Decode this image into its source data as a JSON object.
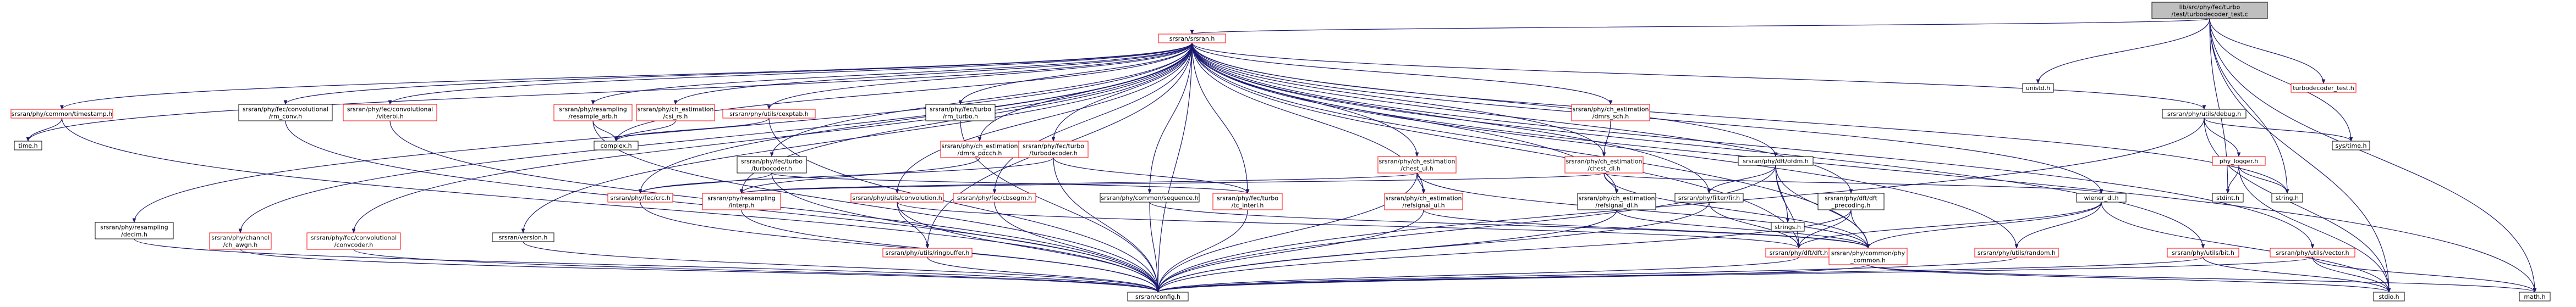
{
  "colors": {
    "edge": "#191970",
    "node_border_black": "#000000",
    "node_border_red": "#ff0000",
    "root_fill": "#bfbfbf",
    "node_fill": "#ffffff"
  },
  "nodes": [
    {
      "id": "root",
      "label": [
        "lib/src/phy/fec/turbo",
        "/test/turbodecoder_test.c"
      ],
      "border": "black",
      "root": true
    },
    {
      "id": "srsran",
      "label": [
        "srsran/srsran.h"
      ],
      "border": "red"
    },
    {
      "id": "unistd",
      "label": [
        "unistd.h"
      ],
      "border": "black"
    },
    {
      "id": "tdtest",
      "label": [
        "turbodecoder_test.h"
      ],
      "border": "red"
    },
    {
      "id": "timestamp",
      "label": [
        "srsran/phy/common/timestamp.h"
      ],
      "border": "red"
    },
    {
      "id": "time",
      "label": [
        "time.h"
      ],
      "border": "black"
    },
    {
      "id": "rmconv",
      "label": [
        "srsran/phy/fec/convolutional",
        "/rm_conv.h"
      ],
      "border": "black"
    },
    {
      "id": "viterbi",
      "label": [
        "srsran/phy/fec/convolutional",
        "/viterbi.h"
      ],
      "border": "red"
    },
    {
      "id": "resample",
      "label": [
        "srsran/phy/resampling",
        "/resample_arb.h"
      ],
      "border": "red"
    },
    {
      "id": "lsrs",
      "label": [
        "srsran/phy/ch_estimation",
        "/csi_rs.h"
      ],
      "border": "red"
    },
    {
      "id": "cexptab",
      "label": [
        "srsran/phy/utils/cexptab.h"
      ],
      "border": "red"
    },
    {
      "id": "complex",
      "label": [
        "complex.h"
      ],
      "border": "black"
    },
    {
      "id": "rmturbo",
      "label": [
        "srsran/phy/fec/turbo",
        "/rm_turbo.h"
      ],
      "border": "black"
    },
    {
      "id": "tdecoder",
      "label": [
        "srsran/phy/fec/turbo",
        "/turbodecoder.h"
      ],
      "border": "red"
    },
    {
      "id": "dmrssch",
      "label": [
        "srsran/phy/ch_estimation",
        "/dmrs_sch.h"
      ],
      "border": "red"
    },
    {
      "id": "debug",
      "label": [
        "srsran/phy/utils/debug.h"
      ],
      "border": "black"
    },
    {
      "id": "systime",
      "label": [
        "sys/time.h"
      ],
      "border": "black"
    },
    {
      "id": "phylogger",
      "label": [
        "phy_logger.h"
      ],
      "border": "red"
    },
    {
      "id": "stdint",
      "label": [
        "stdint.h"
      ],
      "border": "black"
    },
    {
      "id": "string",
      "label": [
        "string.h"
      ],
      "border": "black"
    },
    {
      "id": "pssch",
      "label": [
        "srsran/phy/ch_estimation",
        "/dmrs_pdcch.h"
      ],
      "border": "red"
    },
    {
      "id": "tcoder",
      "label": [
        "srsran/phy/fec/turbo",
        "/turbocoder.h"
      ],
      "border": "black"
    },
    {
      "id": "chestul",
      "label": [
        "srsran/phy/ch_estimation",
        "/chest_ul.h"
      ],
      "border": "red"
    },
    {
      "id": "chestdl",
      "label": [
        "srsran/phy/ch_estimation",
        "/chest_dl.h"
      ],
      "border": "red"
    },
    {
      "id": "ofdm",
      "label": [
        "srsran/phy/dft/ofdm.h"
      ],
      "border": "black"
    },
    {
      "id": "dftprec",
      "label": [
        "srsran/phy/dft/dft",
        "_precoding.h"
      ],
      "border": "black"
    },
    {
      "id": "crc",
      "label": [
        "srsran/phy/fec/crc.h"
      ],
      "border": "red"
    },
    {
      "id": "interp",
      "label": [
        "srsran/phy/resampling",
        "/interp.h"
      ],
      "border": "red"
    },
    {
      "id": "convolution",
      "label": [
        "srsran/phy/utils/convolution.h"
      ],
      "border": "red"
    },
    {
      "id": "cbsegm",
      "label": [
        "srsran/phy/fec/cbsegm.h"
      ],
      "border": "red"
    },
    {
      "id": "sequence",
      "label": [
        "srsran/phy/common/sequence.h"
      ],
      "border": "black"
    },
    {
      "id": "tcinter",
      "label": [
        "srsran/phy/fec/turbo",
        "/tc_interl.h"
      ],
      "border": "red"
    },
    {
      "id": "refsigul",
      "label": [
        "srsran/phy/ch_estimation",
        "/refsignal_ul.h"
      ],
      "border": "red"
    },
    {
      "id": "refsigdl",
      "label": [
        "srsran/phy/ch_estimation",
        "/refsignal_dl.h"
      ],
      "border": "black"
    },
    {
      "id": "firfir",
      "label": [
        "srsran/phy/filter/fir.h"
      ],
      "border": "black"
    },
    {
      "id": "strings",
      "label": [
        "strings.h"
      ],
      "border": "black"
    },
    {
      "id": "wiener",
      "label": [
        "wiener_dl.h"
      ],
      "border": "black"
    },
    {
      "id": "decim",
      "label": [
        "srsran/phy/resampling",
        "/decim.h"
      ],
      "border": "black"
    },
    {
      "id": "chpagn",
      "label": [
        "srsran/phy/channel",
        "/ch_awgn.h"
      ],
      "border": "red"
    },
    {
      "id": "convcoder",
      "label": [
        "srsran/phy/fec/convolutional",
        "/convcoder.h"
      ],
      "border": "red"
    },
    {
      "id": "version",
      "label": [
        "srsran/version.h"
      ],
      "border": "black"
    },
    {
      "id": "ringbuffer",
      "label": [
        "srsran/phy/utils/ringbuffer.h"
      ],
      "border": "red"
    },
    {
      "id": "dft",
      "label": [
        "srsran/phy/dft/dft.h"
      ],
      "border": "red"
    },
    {
      "id": "phycommon",
      "label": [
        "srsran/phy/common/phy",
        "_common.h"
      ],
      "border": "red"
    },
    {
      "id": "random",
      "label": [
        "srsran/phy/utils/random.h"
      ],
      "border": "red"
    },
    {
      "id": "bit",
      "label": [
        "srsran/phy/utils/bit.h"
      ],
      "border": "red"
    },
    {
      "id": "vector",
      "label": [
        "srsran/phy/utils/vector.h"
      ],
      "border": "red"
    },
    {
      "id": "config",
      "label": [
        "srsran/config.h"
      ],
      "border": "black"
    },
    {
      "id": "stdio",
      "label": [
        "stdio.h"
      ],
      "border": "black"
    },
    {
      "id": "math",
      "label": [
        "math.h"
      ],
      "border": "black"
    }
  ],
  "edges": [
    [
      "root",
      "srsran"
    ],
    [
      "root",
      "unistd"
    ],
    [
      "root",
      "tdtest"
    ],
    [
      "root",
      "systime"
    ],
    [
      "root",
      "stdio"
    ],
    [
      "root",
      "math"
    ],
    [
      "root",
      "string"
    ],
    [
      "root",
      "stdint"
    ],
    [
      "srsran",
      "timestamp"
    ],
    [
      "srsran",
      "time"
    ],
    [
      "srsran",
      "rmconv"
    ],
    [
      "srsran",
      "viterbi"
    ],
    [
      "srsran",
      "resample"
    ],
    [
      "srsran",
      "lsrs"
    ],
    [
      "srsran",
      "cexptab"
    ],
    [
      "srsran",
      "complex"
    ],
    [
      "srsran",
      "rmturbo"
    ],
    [
      "srsran",
      "tdecoder"
    ],
    [
      "srsran",
      "dmrssch"
    ],
    [
      "srsran",
      "debug"
    ],
    [
      "srsran",
      "pssch"
    ],
    [
      "srsran",
      "tcoder"
    ],
    [
      "srsran",
      "chestul"
    ],
    [
      "srsran",
      "chestdl"
    ],
    [
      "srsran",
      "ofdm"
    ],
    [
      "srsran",
      "dftprec"
    ],
    [
      "srsran",
      "crc"
    ],
    [
      "srsran",
      "interp"
    ],
    [
      "srsran",
      "convolution"
    ],
    [
      "srsran",
      "cbsegm"
    ],
    [
      "srsran",
      "sequence"
    ],
    [
      "srsran",
      "tcinter"
    ],
    [
      "srsran",
      "refsigul"
    ],
    [
      "srsran",
      "refsigdl"
    ],
    [
      "srsran",
      "firfir"
    ],
    [
      "srsran",
      "wiener"
    ],
    [
      "srsran",
      "decim"
    ],
    [
      "srsran",
      "chpagn"
    ],
    [
      "srsran",
      "convcoder"
    ],
    [
      "srsran",
      "version"
    ],
    [
      "srsran",
      "ringbuffer"
    ],
    [
      "srsran",
      "dft"
    ],
    [
      "srsran",
      "phycommon"
    ],
    [
      "srsran",
      "random"
    ],
    [
      "srsran",
      "bit"
    ],
    [
      "srsran",
      "vector"
    ],
    [
      "srsran",
      "config"
    ],
    [
      "srsran",
      "math"
    ],
    [
      "srsran",
      "string"
    ],
    [
      "timestamp",
      "time"
    ],
    [
      "timestamp",
      "config"
    ],
    [
      "rmconv",
      "config"
    ],
    [
      "viterbi",
      "config"
    ],
    [
      "resample",
      "complex"
    ],
    [
      "resample",
      "config"
    ],
    [
      "lsrs",
      "complex"
    ],
    [
      "cexptab",
      "complex"
    ],
    [
      "cexptab",
      "config"
    ],
    [
      "rmturbo",
      "config"
    ],
    [
      "tdecoder",
      "tcinter"
    ],
    [
      "tdecoder",
      "crc"
    ],
    [
      "tdecoder",
      "config"
    ],
    [
      "dmrssch",
      "chestdl"
    ],
    [
      "debug",
      "systime"
    ],
    [
      "debug",
      "phylogger"
    ],
    [
      "debug",
      "stdio"
    ],
    [
      "debug",
      "config"
    ],
    [
      "phylogger",
      "stdint"
    ],
    [
      "phylogger",
      "string"
    ],
    [
      "phylogger",
      "stdio"
    ],
    [
      "pssch",
      "interp"
    ],
    [
      "tcoder",
      "tcinter"
    ],
    [
      "tcoder",
      "crc"
    ],
    [
      "tcoder",
      "config"
    ],
    [
      "chestul",
      "interp"
    ],
    [
      "chestul",
      "refsigul"
    ],
    [
      "chestul",
      "phycommon"
    ],
    [
      "chestul",
      "config"
    ],
    [
      "chestdl",
      "interp"
    ],
    [
      "chestdl",
      "wiener"
    ],
    [
      "chestdl",
      "refsigdl"
    ],
    [
      "chestdl",
      "phycommon"
    ],
    [
      "ofdm",
      "firfir"
    ],
    [
      "ofdm",
      "dft"
    ],
    [
      "ofdm",
      "strings"
    ],
    [
      "ofdm",
      "phycommon"
    ],
    [
      "ofdm",
      "config"
    ],
    [
      "dftprec",
      "dft"
    ],
    [
      "dftprec",
      "phycommon"
    ],
    [
      "dftprec",
      "config"
    ],
    [
      "crc",
      "config"
    ],
    [
      "interp",
      "config"
    ],
    [
      "convolution",
      "dft"
    ],
    [
      "convolution",
      "ringbuffer"
    ],
    [
      "convolution",
      "config"
    ],
    [
      "cbsegm",
      "config"
    ],
    [
      "sequence",
      "phycommon"
    ],
    [
      "sequence",
      "config"
    ],
    [
      "tcinter",
      "config"
    ],
    [
      "refsigul",
      "phycommon"
    ],
    [
      "refsigul",
      "config"
    ],
    [
      "refsigdl",
      "phycommon"
    ],
    [
      "refsigdl",
      "config"
    ],
    [
      "firfir",
      "dft"
    ],
    [
      "firfir",
      "config"
    ],
    [
      "wiener",
      "random"
    ],
    [
      "wiener",
      "dft"
    ],
    [
      "wiener",
      "phycommon"
    ],
    [
      "wiener",
      "stdio"
    ],
    [
      "decim",
      "config"
    ],
    [
      "chpagn",
      "config"
    ],
    [
      "convcoder",
      "config"
    ],
    [
      "version",
      "config"
    ],
    [
      "ringbuffer",
      "config"
    ],
    [
      "dft",
      "config"
    ],
    [
      "phycommon",
      "stdio"
    ],
    [
      "phycommon",
      "math"
    ],
    [
      "phycommon",
      "config"
    ],
    [
      "random",
      "config"
    ],
    [
      "bit",
      "stdio"
    ],
    [
      "bit",
      "config"
    ],
    [
      "vector",
      "stdio"
    ],
    [
      "vector",
      "math"
    ],
    [
      "vector",
      "config"
    ]
  ]
}
